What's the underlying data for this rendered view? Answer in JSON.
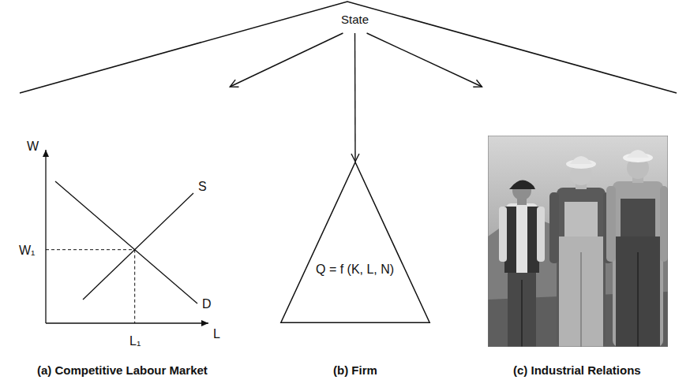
{
  "diagram": {
    "nodes": [
      {
        "text": [
          "State"
        ]
      },
      {
        "text": [
          "(a) Competitive Labour Market"
        ]
      },
      {
        "text": [
          "Q = f (K, L, N)",
          "(b) Firm"
        ]
      },
      {
        "text": [
          "(c) Industrial Relations"
        ]
      }
    ],
    "edges": [
      {
        "from": 0,
        "to": 1,
        "arrow": "to"
      },
      {
        "from": 0,
        "to": 2,
        "arrow": "to"
      },
      {
        "from": 0,
        "to": 3,
        "arrow": "to"
      }
    ],
    "labels": [
      "W",
      "S",
      "W₁",
      "D",
      "L₁",
      "L"
    ]
  }
}
